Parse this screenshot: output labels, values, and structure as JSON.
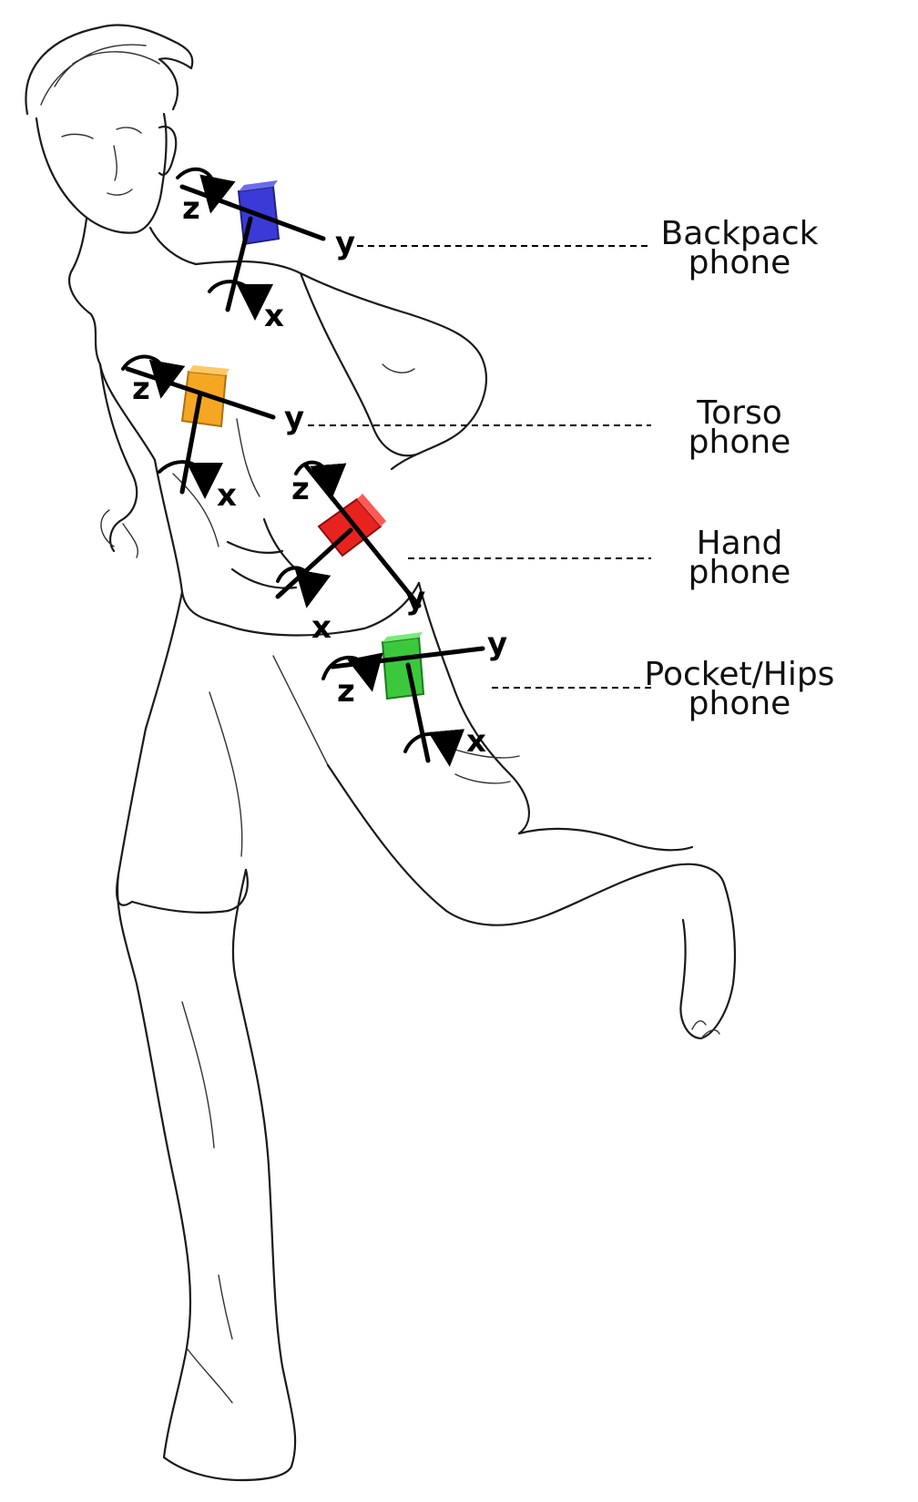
{
  "phones": [
    {
      "id": "backpack",
      "line1": "Backpack",
      "line2": "phone",
      "color": "#3a3ad6",
      "axes": {
        "x": "x",
        "y": "y",
        "z": "z"
      }
    },
    {
      "id": "torso",
      "line1": "Torso",
      "line2": "phone",
      "color": "#f5a623",
      "axes": {
        "x": "x",
        "y": "y",
        "z": "z"
      }
    },
    {
      "id": "hand",
      "line1": "Hand",
      "line2": "phone",
      "color": "#e8231f",
      "axes": {
        "x": "x",
        "y": "y",
        "z": "z"
      }
    },
    {
      "id": "hips",
      "line1": "Pocket/Hips",
      "line2": "phone",
      "color": "#3cc83c",
      "axes": {
        "x": "x",
        "y": "y",
        "z": "z"
      }
    }
  ],
  "illustration": {
    "subject": "running-person-sketch"
  }
}
